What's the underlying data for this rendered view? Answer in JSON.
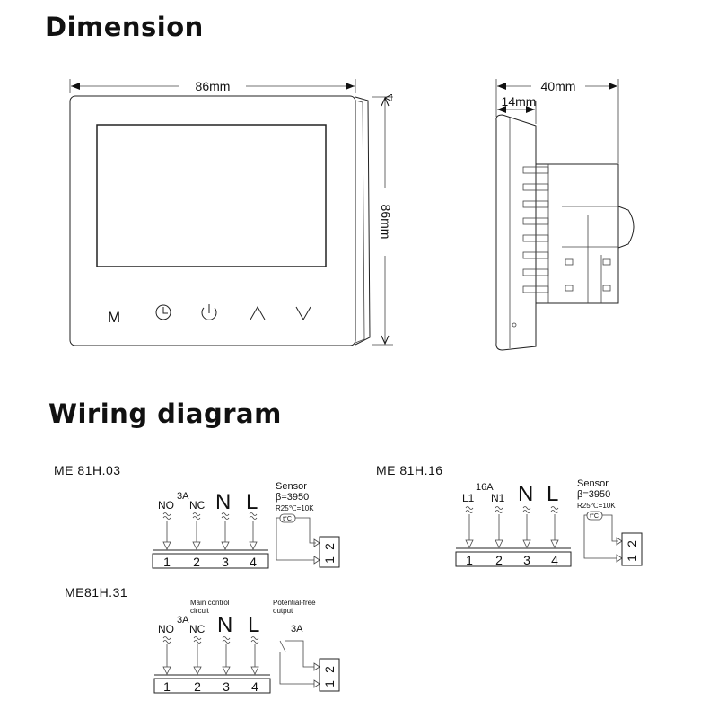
{
  "dimension": {
    "title": "Dimension",
    "width_label": "86mm",
    "height_label": "86mm",
    "depth_label": "40mm",
    "front_depth_label": "14mm",
    "buttons": {
      "m": "M"
    }
  },
  "wiring": {
    "title": "Wiring diagram",
    "d1": {
      "model": "ME 81H.03",
      "current": "3A",
      "no": "NO",
      "nc": "NC",
      "n": "N",
      "l": "L",
      "terminals": [
        "1",
        "2",
        "3",
        "4"
      ],
      "sensor": {
        "title": "Sensor",
        "beta": "β=3950",
        "r": "R25℃=10K",
        "t": "t°C",
        "t1": "1",
        "t2": "2"
      }
    },
    "d2": {
      "model": "ME 81H.16",
      "current": "16A",
      "l1": "L1",
      "n1": "N1",
      "n": "N",
      "l": "L",
      "terminals": [
        "1",
        "2",
        "3",
        "4"
      ],
      "sensor": {
        "title": "Sensor",
        "beta": "β=3950",
        "r": "R25℃=10K",
        "t": "t°C",
        "t1": "1",
        "t2": "2"
      }
    },
    "d3": {
      "model": "ME81H.31",
      "main": "Main control",
      "circuit": "circuit",
      "pf": "Potential-free",
      "output": "output",
      "current": "3A",
      "relay": "3A",
      "no": "NO",
      "nc": "NC",
      "n": "N",
      "l": "L",
      "terminals": [
        "1",
        "2",
        "3",
        "4"
      ],
      "t1": "1",
      "t2": "2"
    }
  }
}
